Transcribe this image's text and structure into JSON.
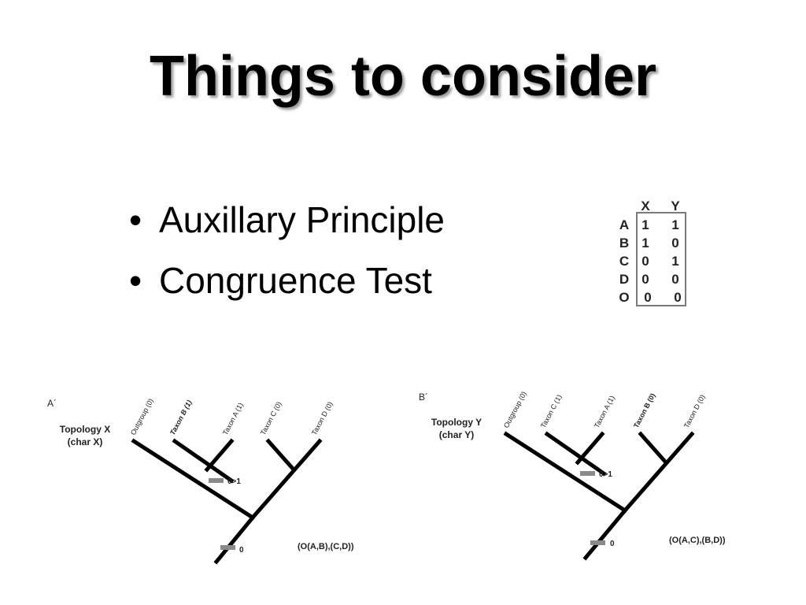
{
  "slide": {
    "title": "Things to consider",
    "bullets": [
      "Auxillary Principle",
      "Congruence Test"
    ]
  },
  "matrix": {
    "columns": [
      "X",
      "Y"
    ],
    "rows": [
      {
        "taxon": "A",
        "x": "1",
        "y": "1"
      },
      {
        "taxon": "B",
        "x": "1",
        "y": "0"
      },
      {
        "taxon": "C",
        "x": "0",
        "y": "1"
      },
      {
        "taxon": "D",
        "x": "0",
        "y": "0"
      },
      {
        "taxon": "O",
        "x": "0",
        "y": "0"
      }
    ]
  },
  "tree_a": {
    "panel_label": "A´",
    "topology_line1": "Topology X",
    "topology_line2": "(char X)",
    "tips": [
      "Outgroup (0)",
      "Taxon B (1)",
      "Taxon A (1)",
      "Taxon C (0)",
      "Taxon D (0)"
    ],
    "change_label": "0>1",
    "root_label": "0",
    "newick": "(O(A,B),(C,D))"
  },
  "tree_b": {
    "panel_label": "B´",
    "topology_line1": "Topology Y",
    "topology_line2": "(char Y)",
    "tips": [
      "Outgroup (0)",
      "Taxon C (1)",
      "Taxon A (1)",
      "Taxon B (0)",
      "Taxon D (0)"
    ],
    "change_label": "0>1",
    "root_label": "0",
    "newick": "(O(A,C),(B,D))"
  }
}
